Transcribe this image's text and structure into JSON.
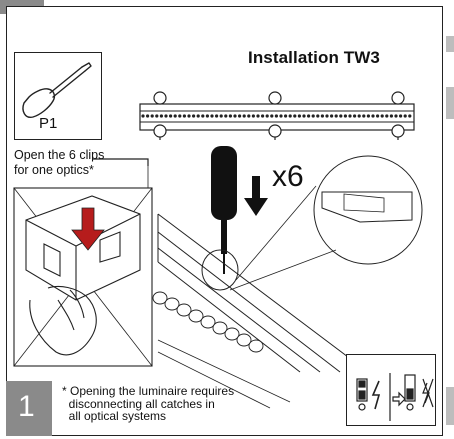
{
  "page": {
    "title": "Installation TW3",
    "tool_label": "P1",
    "clip_instruction": "Open the 6 clips\nfor one optics*",
    "multiplier": "x6",
    "step_number": "1",
    "footnote": "* Opening the luminaire requires\n  disconnecting all catches in\n  all optical systems"
  },
  "icons": {
    "tool": "screwdriver-icon",
    "warning": "disconnect-power-icon",
    "steps": [
      "luminaire-closeup-illustration",
      "rail-clips-illustration"
    ]
  },
  "colors": {
    "tab": "#8a8a8a",
    "line": "#222222",
    "arrow": "#111111"
  }
}
